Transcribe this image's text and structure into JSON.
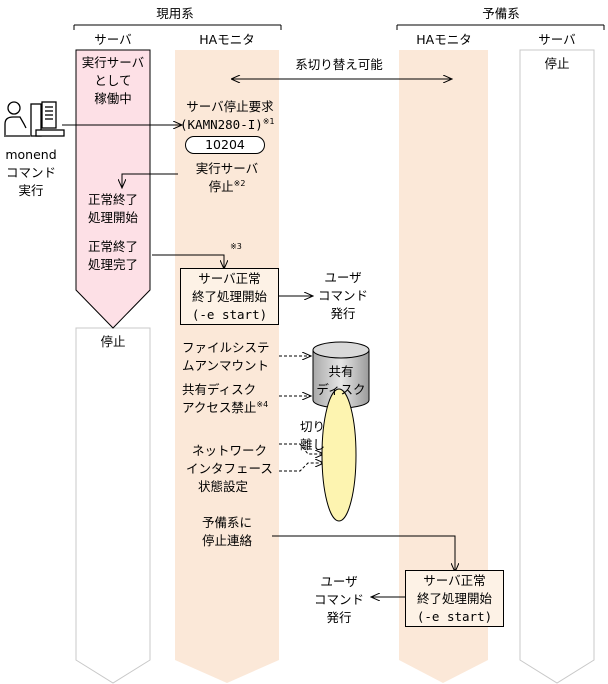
{
  "systems": {
    "active": "現用系",
    "standby": "予備系"
  },
  "columns": {
    "server_active": "サーバ",
    "ha_active": "HAモニタ",
    "ha_standby": "HAモニタ",
    "server_standby": "サーバ"
  },
  "server_active": {
    "running_1": "実行サーバ",
    "running_2": "として",
    "running_3": "稼働中",
    "normal_end_start_1": "正常終了",
    "normal_end_start_2": "処理開始",
    "normal_end_done_1": "正常終了",
    "normal_end_done_2": "処理完了",
    "stopped": "停止"
  },
  "server_standby": {
    "stopped": "停止"
  },
  "operator": {
    "line1": "monend",
    "line2": "コマンド",
    "line3": "実行"
  },
  "ha_active": {
    "switchable": "系切り替え可能",
    "stop_request_1": "サーバ停止要求",
    "stop_request_2": "(KAMN280-I)",
    "note1": "※1",
    "message_id": "10204",
    "exec_server_stop_1": "実行サーバ",
    "exec_server_stop_2": "停止",
    "note2": "※2",
    "note3": "※3",
    "normal_end_box_1": "サーバ正常",
    "normal_end_box_2": "終了処理開始",
    "normal_end_box_3": "(-e start)",
    "user_cmd_1": "ユーザ",
    "user_cmd_2": "コマンド",
    "user_cmd_3": "発行",
    "fs_unmount_1": "ファイルシステ",
    "fs_unmount_2": "ムアンマウント",
    "shared_disk_1": "共有",
    "shared_disk_2": "ディスク",
    "disk_access_1": "共有ディスク",
    "disk_access_2": "アクセス禁止",
    "note4": "※4",
    "detach_1": "切り",
    "detach_2": "離し",
    "network_1": "ネットワーク",
    "network_2": "インタフェース",
    "network_3": "状態設定",
    "notify_1": "予備系に",
    "notify_2": "停止連絡"
  },
  "ha_standby": {
    "normal_end_box_1": "サーバ正常",
    "normal_end_box_2": "終了処理開始",
    "normal_end_box_3": "(-e start)",
    "user_cmd_1": "ユーザ",
    "user_cmd_2": "コマンド",
    "user_cmd_3": "発行"
  },
  "colors": {
    "server_active_fill": "#fde0e6",
    "ha_fill": "#fbe8d8",
    "disk_fill": "#c8c8c8",
    "nic_fill": "#fdf4b0"
  }
}
